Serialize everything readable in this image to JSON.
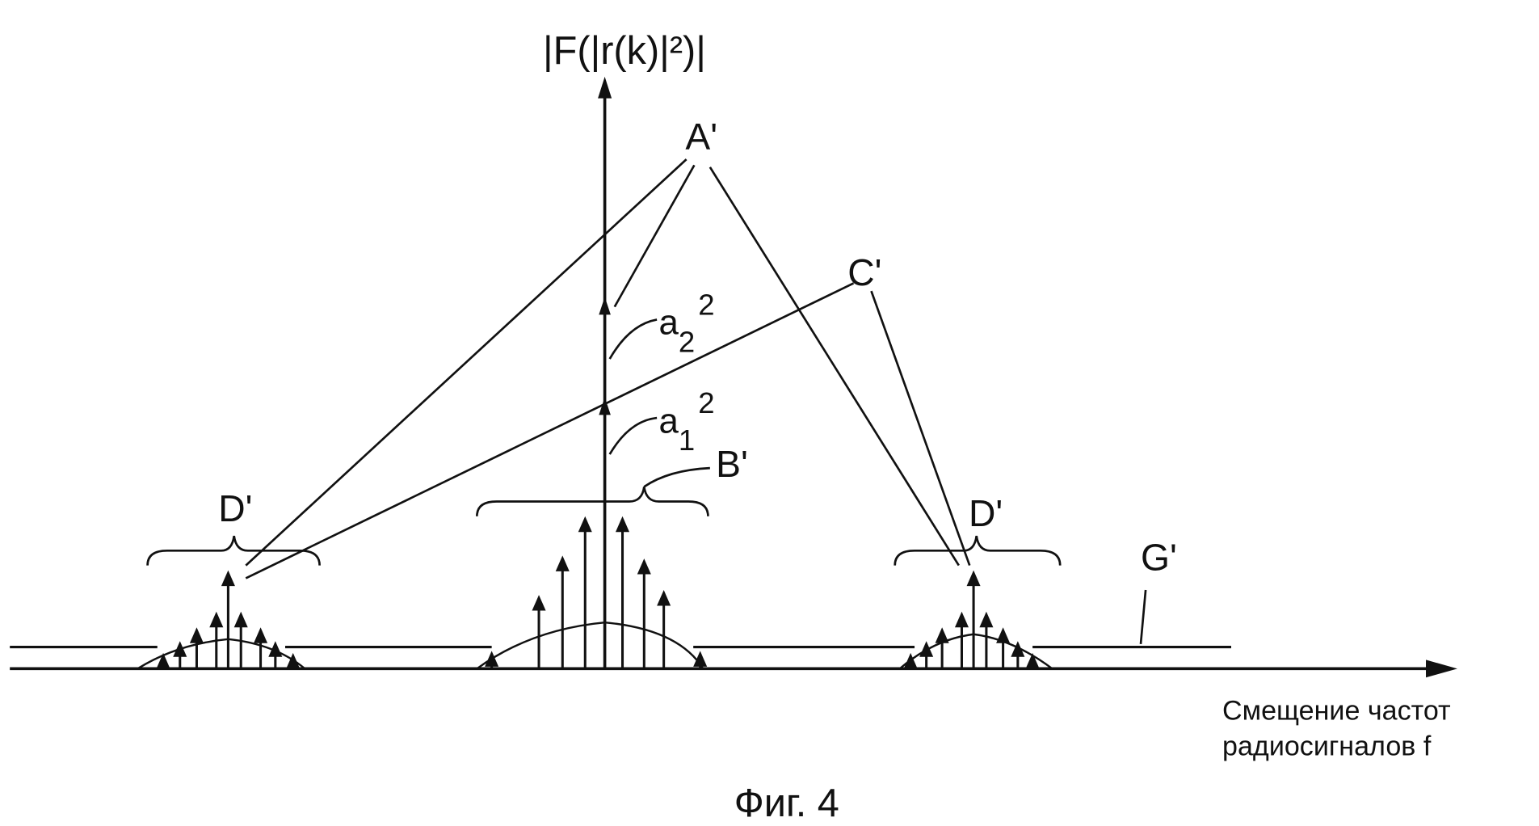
{
  "figure": {
    "y_axis_label": "|F(|r(k)|²)|",
    "x_axis_label_line1": "Смещение частот",
    "x_axis_label_line2": "радиосигналов f",
    "caption": "Фиг. 4"
  },
  "labels": {
    "a_prime": "A'",
    "b_prime": "B'",
    "c_prime": "C'",
    "d_prime_left": "D'",
    "d_prime_right": "D'",
    "g_prime": "G'",
    "a2_base": "a",
    "a2_sub": "2",
    "a2_sup": "2",
    "a1_base": "a",
    "a1_sub": "1",
    "a1_sup": "2"
  }
}
